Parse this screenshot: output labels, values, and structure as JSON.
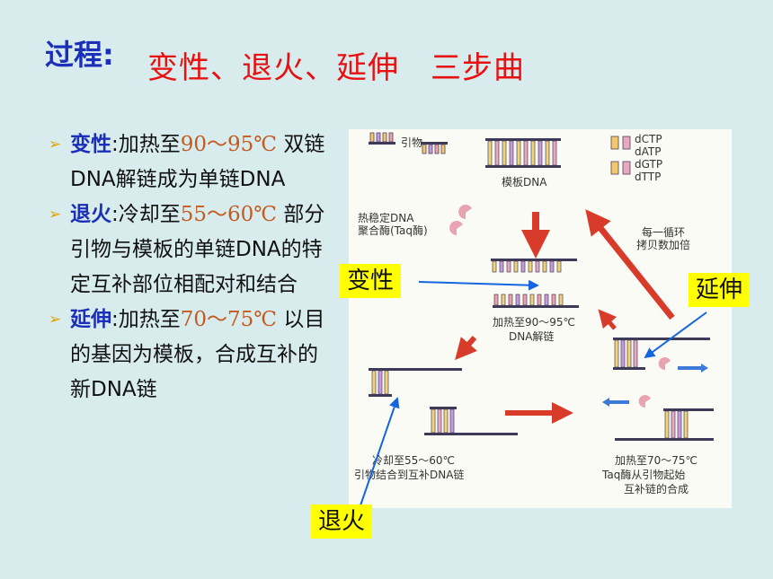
{
  "title": {
    "lead": "过程:",
    "rest": "变性、退火、延伸　三步曲"
  },
  "bullets": [
    {
      "term": "变性",
      "sep": ":",
      "pre": "加热至",
      "temp": "90～95℃",
      "body": "双链DNA解链成为单链DNA"
    },
    {
      "term": "退火",
      "sep": ":",
      "pre": "冷却至",
      "temp": "55～60℃",
      "body": "部分引物与模板的单链DNA的特定互补部位相配对和结合"
    },
    {
      "term": "延伸",
      "sep": ":",
      "pre": "加热至",
      "temp": "70～75℃",
      "body": "以目的基因为模板，合成互补的新DNA链"
    }
  ],
  "figure": {
    "primer": "引物",
    "template": "模板DNA",
    "dntps": [
      "dCTP",
      "dATP",
      "dGTP",
      "dTTP"
    ],
    "polymerase": [
      "热稳定DNA",
      "聚合酶(Taq酶)"
    ],
    "cycle": [
      "每一循环",
      "拷贝数加倍"
    ],
    "denature": [
      "加热至90～95℃",
      "DNA解链"
    ],
    "anneal": [
      "冷却至55～60℃",
      "引物结合到互补DNA链"
    ],
    "extend": [
      "加热至70～75℃",
      "Taq酶从引物起始",
      "互补链的合成"
    ]
  },
  "callouts": {
    "denature": "变性",
    "extend": "延伸",
    "anneal": "退火"
  },
  "colors": {
    "title_blue": "#1b2fb8",
    "title_red": "#e81010",
    "callout_bg": "#ffff00",
    "pointer": "#1565e0",
    "big_arrow": "#d93b2b"
  }
}
